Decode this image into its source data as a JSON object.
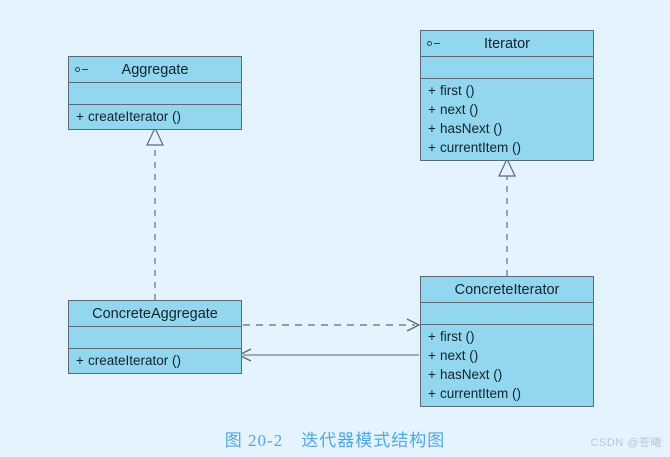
{
  "diagram": {
    "background_color": "#e4f3fd",
    "box_fill_color": "#92d6ef",
    "box_border_color": "#5b6b74",
    "connector_color": "#6f8592",
    "caption_color": "#4fa8e0",
    "classes": [
      {
        "id": "aggregate",
        "name": "Aggregate",
        "stereotype_icon": "interface-lollipop-icon",
        "attributes": [],
        "operations": [
          {
            "visibility": "+",
            "signature": "createIterator ()"
          }
        ]
      },
      {
        "id": "iterator",
        "name": "Iterator",
        "stereotype_icon": "interface-lollipop-icon",
        "attributes": [],
        "operations": [
          {
            "visibility": "+",
            "signature": "first ()"
          },
          {
            "visibility": "+",
            "signature": "next ()"
          },
          {
            "visibility": "+",
            "signature": "hasNext ()"
          },
          {
            "visibility": "+",
            "signature": "currentItem ()"
          }
        ]
      },
      {
        "id": "concrete-aggregate",
        "name": "ConcreteAggregate",
        "stereotype_icon": "",
        "attributes": [],
        "operations": [
          {
            "visibility": "+",
            "signature": "createIterator ()"
          }
        ]
      },
      {
        "id": "concrete-iterator",
        "name": "ConcreteIterator",
        "stereotype_icon": "",
        "attributes": [],
        "operations": [
          {
            "visibility": "+",
            "signature": "first ()"
          },
          {
            "visibility": "+",
            "signature": "next ()"
          },
          {
            "visibility": "+",
            "signature": "hasNext ()"
          },
          {
            "visibility": "+",
            "signature": "currentItem ()"
          }
        ]
      }
    ],
    "relationships": [
      {
        "id": "rel-realize-aggregate",
        "type": "realization",
        "from": "ConcreteAggregate",
        "to": "Aggregate",
        "line": "dashed",
        "arrowhead": "hollow-triangle"
      },
      {
        "id": "rel-realize-iterator",
        "type": "realization",
        "from": "ConcreteIterator",
        "to": "Iterator",
        "line": "dashed",
        "arrowhead": "hollow-triangle"
      },
      {
        "id": "rel-dependency",
        "type": "dependency",
        "from": "ConcreteAggregate",
        "to": "ConcreteIterator",
        "line": "dashed",
        "arrowhead": "open-arrow"
      },
      {
        "id": "rel-association",
        "type": "association",
        "from": "ConcreteIterator",
        "to": "ConcreteAggregate",
        "line": "solid",
        "arrowhead": "open-arrow"
      }
    ]
  },
  "caption": {
    "figure_number": "图 20-2",
    "title": "迭代器模式结构图"
  },
  "watermark": {
    "text": "CSDN @苍曦"
  }
}
